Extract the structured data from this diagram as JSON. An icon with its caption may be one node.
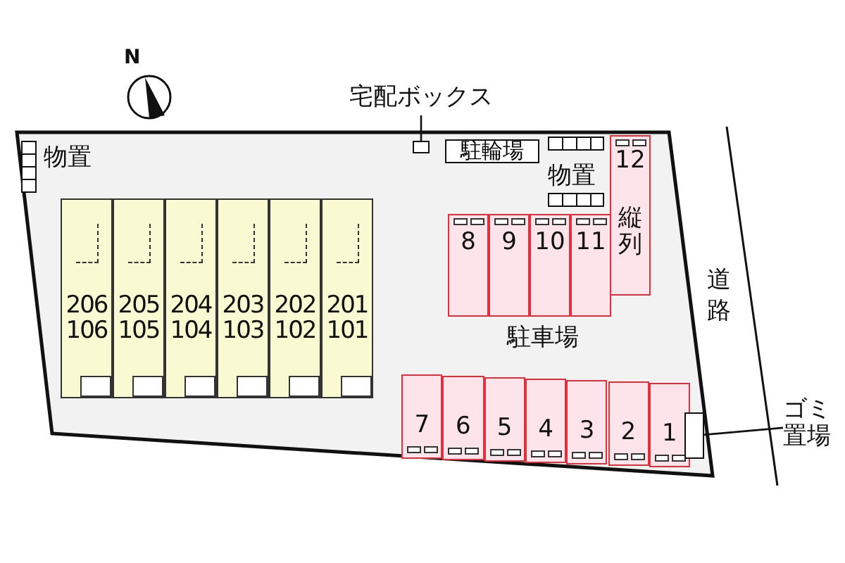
{
  "diagram": {
    "nodes": [
      {
        "text": [
          "宅配ボックス"
        ]
      },
      {
        "text": [],
        "shape": "box"
      },
      {
        "text": [
          "駐輪場"
        ]
      },
      {
        "text": [
          "物置"
        ]
      },
      {
        "text": [
          "物置"
        ]
      },
      {
        "text": [
          "206",
          "106"
        ]
      },
      {
        "text": [
          "205",
          "105"
        ]
      },
      {
        "text": [
          "204",
          "104"
        ]
      },
      {
        "text": [
          "203",
          "103"
        ]
      },
      {
        "text": [
          "202",
          "102"
        ]
      },
      {
        "text": [
          "201",
          "101"
        ]
      },
      {
        "text": [
          "12",
          "縦列"
        ]
      },
      {
        "text": [
          "8"
        ]
      },
      {
        "text": [
          "9"
        ]
      },
      {
        "text": [
          "10"
        ]
      },
      {
        "text": [
          "11"
        ]
      },
      {
        "text": [
          "7"
        ]
      },
      {
        "text": [
          "6"
        ]
      },
      {
        "text": [
          "5"
        ]
      },
      {
        "text": [
          "4"
        ]
      },
      {
        "text": [
          "3"
        ]
      },
      {
        "text": [
          "2"
        ]
      },
      {
        "text": [
          "1"
        ]
      },
      {
        "text": [
          "ゴミ置場"
        ]
      },
      {
        "text": [],
        "shape": "box"
      }
    ],
    "edges": [
      {
        "from": 0,
        "to": 1,
        "arrow": "none"
      },
      {
        "from": 23,
        "to": 24,
        "arrow": "none"
      }
    ],
    "labels": [
      "N",
      "駐車場",
      "道路"
    ]
  }
}
